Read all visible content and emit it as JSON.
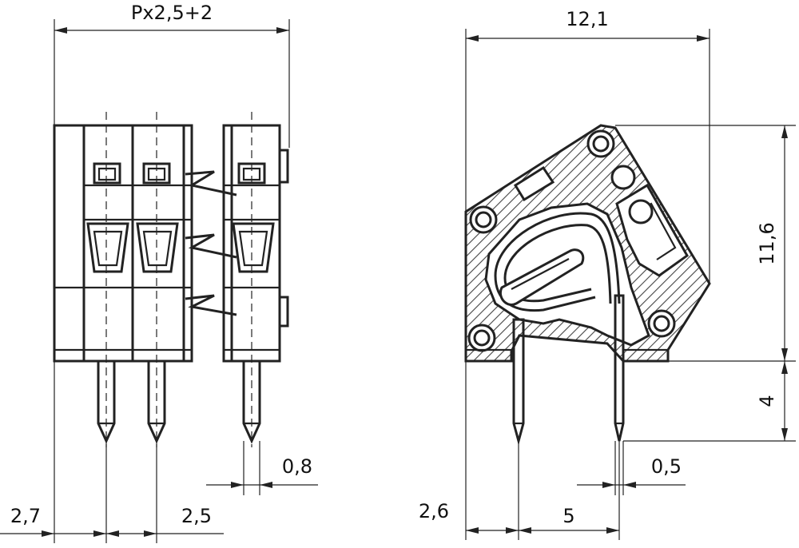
{
  "drawing": {
    "left_view": {
      "dimensions": {
        "overall_width": "Px2,5+2",
        "edge_offset": "2,7",
        "pitch": "2,5",
        "pin_width": "0,8"
      }
    },
    "right_view": {
      "dimensions": {
        "depth": "12,1",
        "height": "11,6",
        "pin_length": "4",
        "pin_offset": "2,6",
        "pin_spacing": "5",
        "pin_thickness": "0,5"
      }
    }
  }
}
